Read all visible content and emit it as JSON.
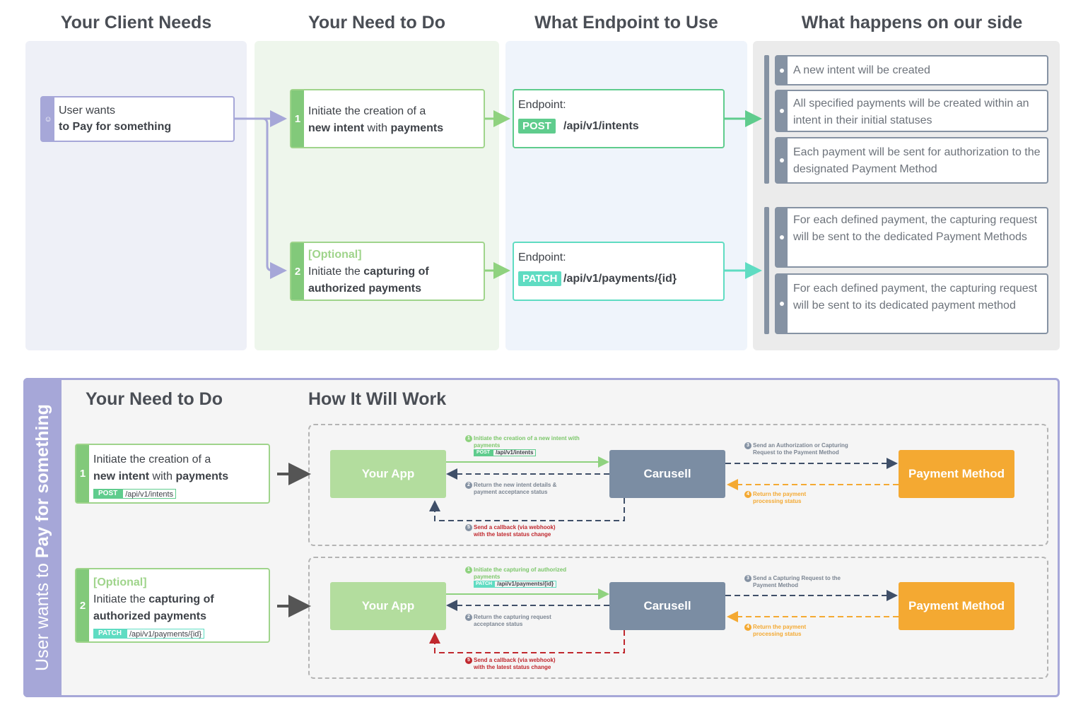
{
  "top": {
    "headers": {
      "client": "Your Client Needs",
      "todo": "Your Need to Do",
      "endpoint": "What Endpoint to Use",
      "our_side": "What happens on our side"
    },
    "client_card": {
      "line1": "User wants",
      "line2": "to Pay for something",
      "icon": "user-icon"
    },
    "step1": {
      "num": "1",
      "text_a": "Initiate the creation of a",
      "bold1": "new intent",
      "text_b": " with ",
      "bold2": "payments"
    },
    "step2": {
      "num": "2",
      "optional": "[Optional]",
      "text_a": "Initiate the ",
      "bold1": "capturing of",
      "bold2": "authorized payments"
    },
    "endpoint1": {
      "label": "Endpoint:",
      "method": "POST",
      "path": "/api/v1/intents"
    },
    "endpoint2": {
      "label": "Endpoint:",
      "method": "PATCH",
      "path": "/api/v1/payments/{id}"
    },
    "side_items_1": [
      "A new intent will be created",
      "All specified payments will be created within an intent in their initial statuses",
      "Each payment will be sent for authorization to the designated Payment Method"
    ],
    "side_items_2": [
      "For each defined payment, the capturing request will be sent to the dedicated Payment Methods",
      "For each defined payment, the capturing request will be sent to its dedicated payment method"
    ]
  },
  "bottom": {
    "side_label_a": "User wants to ",
    "side_label_b": "Pay for something",
    "header_todo": "Your Need to Do",
    "header_how": "How It Will Work",
    "step1": {
      "num": "1",
      "text_a": "Initiate the creation of a",
      "bold1": "new intent",
      "text_b": " with ",
      "bold2": "payments",
      "method": "POST",
      "path": "/api/v1/intents"
    },
    "step2": {
      "num": "2",
      "optional": "[Optional]",
      "text_a": "Initiate the ",
      "bold1": "capturing of",
      "bold2": "authorized payments",
      "method": "PATCH",
      "path": "/api/v1/payments/{id}"
    },
    "flow1": {
      "app": "Your App",
      "carusell": "Carusell",
      "pm": "Payment Method",
      "n1": "Initiate the creation of a new intent with payments",
      "n1_method": "POST",
      "n1_path": "/api/v1/intents",
      "n2": "Return the new intent details & payment acceptance status",
      "n3": "Send an Authorization or Capturing Request to the Payment Method",
      "n4": "Return the payment processing status",
      "n5": "Send a callback (via webhook) with the latest status change"
    },
    "flow2": {
      "app": "Your App",
      "carusell": "Carusell",
      "pm": "Payment Method",
      "n1": "Initiate the capturing of authorized payments",
      "n1_method": "PATCH",
      "n1_path": "/api/v1/payments/{id}",
      "n2": "Return the capturing request acceptance status",
      "n3": "Send a Capturing Request to the Payment Method",
      "n4": "Return the payment processing status",
      "n5": "Send a callback (via webhook) with the latest status change"
    },
    "note_numbers": [
      "1",
      "2",
      "3",
      "4",
      "5"
    ]
  },
  "colors": {
    "green": "#82c97a",
    "green_light": "#b3dd9e",
    "teal": "#5fdcc2",
    "purple": "#a6a7d8",
    "slate": "#7b8da3",
    "orange": "#f4a932",
    "red": "#c0282e",
    "navy": "#3f4f68"
  }
}
